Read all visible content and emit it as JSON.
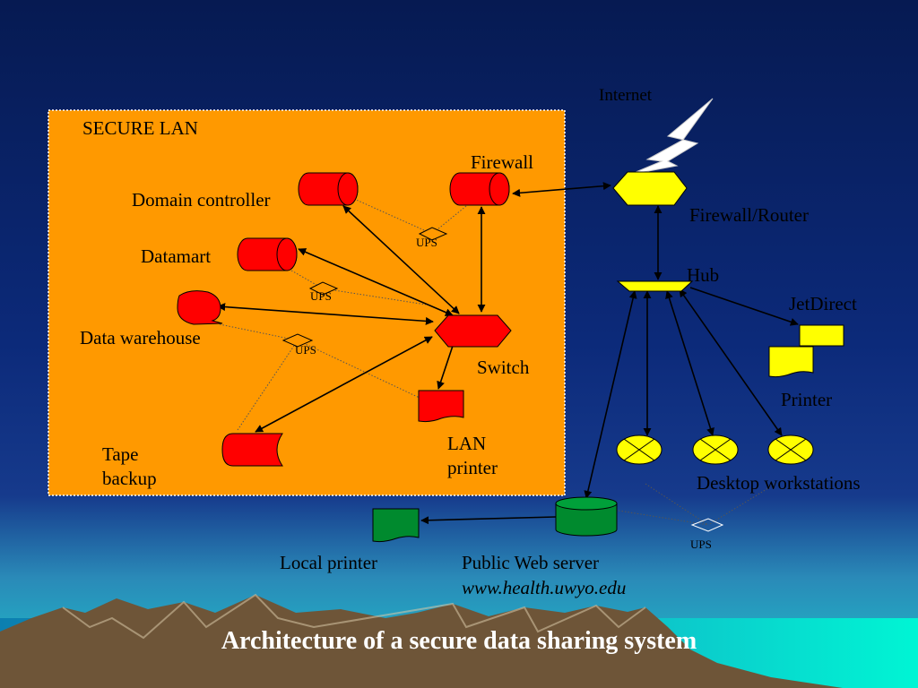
{
  "title": "Architecture of a secure data sharing system",
  "secure_lan": {
    "label": "SECURE  LAN"
  },
  "nodes": {
    "internet": "Internet",
    "firewall": "Firewall",
    "firewall_router": "Firewall/Router",
    "domain_controller": "Domain controller",
    "datamart": "Datamart",
    "data_warehouse": "Data warehouse",
    "switch": "Switch",
    "hub": "Hub",
    "jetdirect": "JetDirect",
    "printer": "Printer",
    "tape_backup_line1": "Tape",
    "tape_backup_line2": "backup",
    "lan_printer_line1": "LAN",
    "lan_printer_line2": "printer",
    "desktop_workstations": "Desktop workstations",
    "local_printer": "Local printer",
    "public_web_server": "Public Web server",
    "web_url": "www.health.uwyo.edu"
  },
  "ups_label": "UPS",
  "colors": {
    "lan_background": "#ff9900",
    "lan_device": "#ff0000",
    "perimeter_device": "#ffff00",
    "public_device": "#008a2e",
    "title_text": "#ffffff"
  }
}
